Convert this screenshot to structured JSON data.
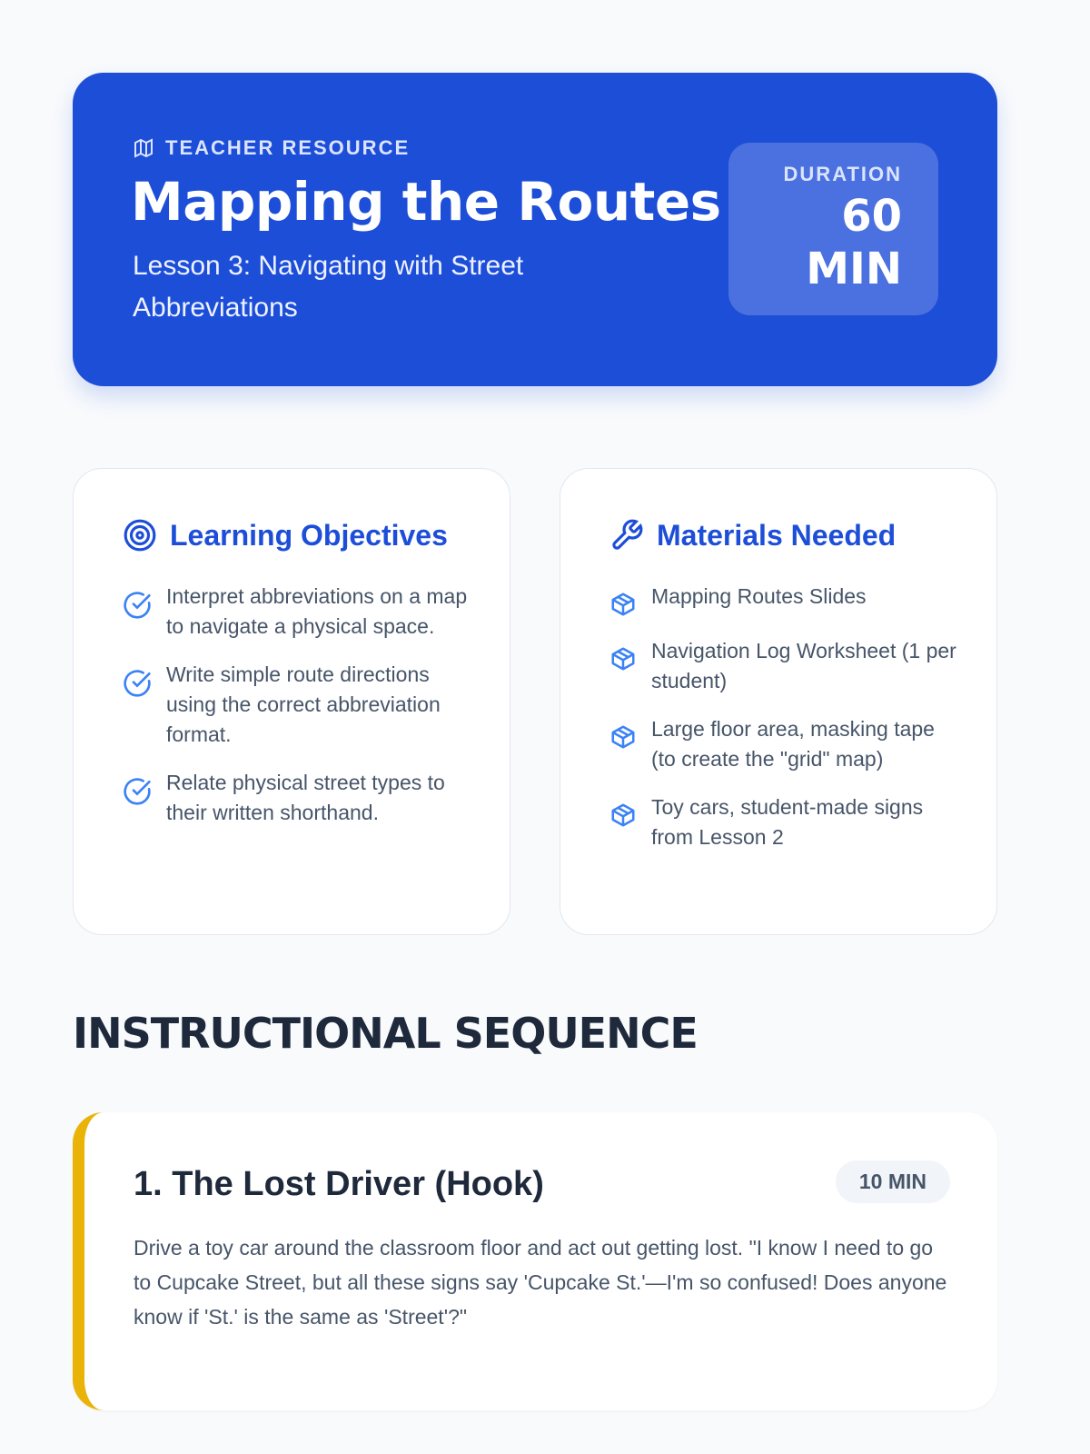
{
  "header": {
    "eyebrow": "TEACHER RESOURCE",
    "title": "Mapping the Routes",
    "subtitle": "Lesson 3: Navigating with Street Abbreviations",
    "duration_label": "DURATION",
    "duration_value": "60",
    "duration_unit": "MIN"
  },
  "objectives": {
    "title": "Learning Objectives",
    "items": [
      "Interpret abbreviations on a map to navigate a physical space.",
      "Write simple route directions using the correct abbreviation format.",
      "Relate physical street types to their written shorthand."
    ]
  },
  "materials": {
    "title": "Materials Needed",
    "items": [
      "Mapping Routes Slides",
      "Navigation Log Worksheet (1 per student)",
      "Large floor area, masking tape (to create the \"grid\" map)",
      "Toy cars, student-made signs from Lesson 2"
    ]
  },
  "sequence": {
    "title": "INSTRUCTIONAL SEQUENCE",
    "steps": [
      {
        "title": "1. The Lost Driver (Hook)",
        "duration": "10 MIN",
        "body": "Drive a toy car around the classroom floor and act out getting lost. \"I know I need to go to Cupcake Street, but all these signs say 'Cupcake St.'—I'm so confused! Does anyone know if 'St.' is the same as 'Street'?\""
      }
    ]
  },
  "colors": {
    "primary": "#1d4ed8",
    "accent": "#eab308",
    "icon": "#3b82f6"
  }
}
